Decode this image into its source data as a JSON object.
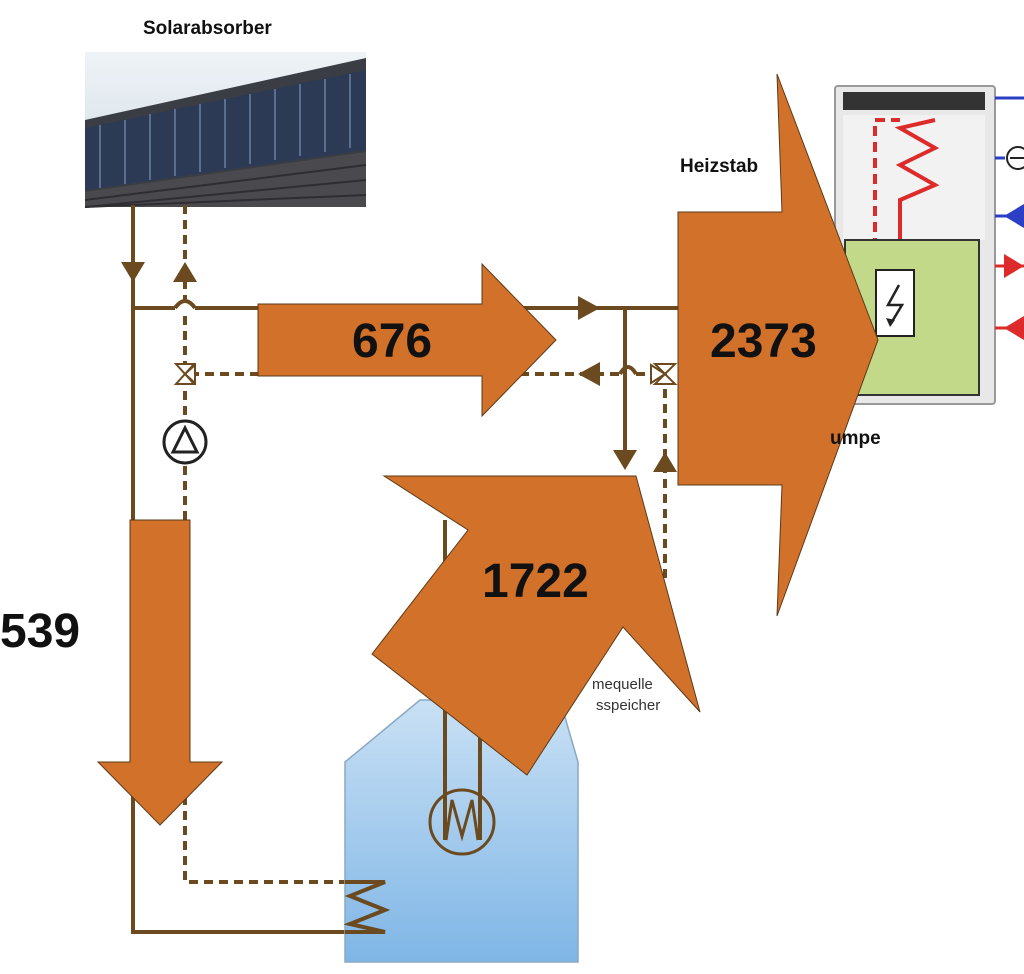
{
  "labels": {
    "solar_absorber": "Solarabsorber",
    "heating_rod": "Heizstab",
    "heat_pump": "umpe",
    "heat_source_line1": "mequelle",
    "heat_source_line2": "sspeicher"
  },
  "flows": {
    "solar_to_heatpump": "676",
    "total_to_heatpump": "2373",
    "storage_to_heatpump": "1722",
    "solar_to_storage": "539"
  },
  "colors": {
    "flow_arrow": "#d2722a",
    "pipe": "#6b4a1f",
    "heatpump_green": "#c3d98a",
    "hot_red": "#dd2b2b",
    "cold_blue": "#2b3fc4",
    "storage_blue": "#9cc6ea"
  }
}
